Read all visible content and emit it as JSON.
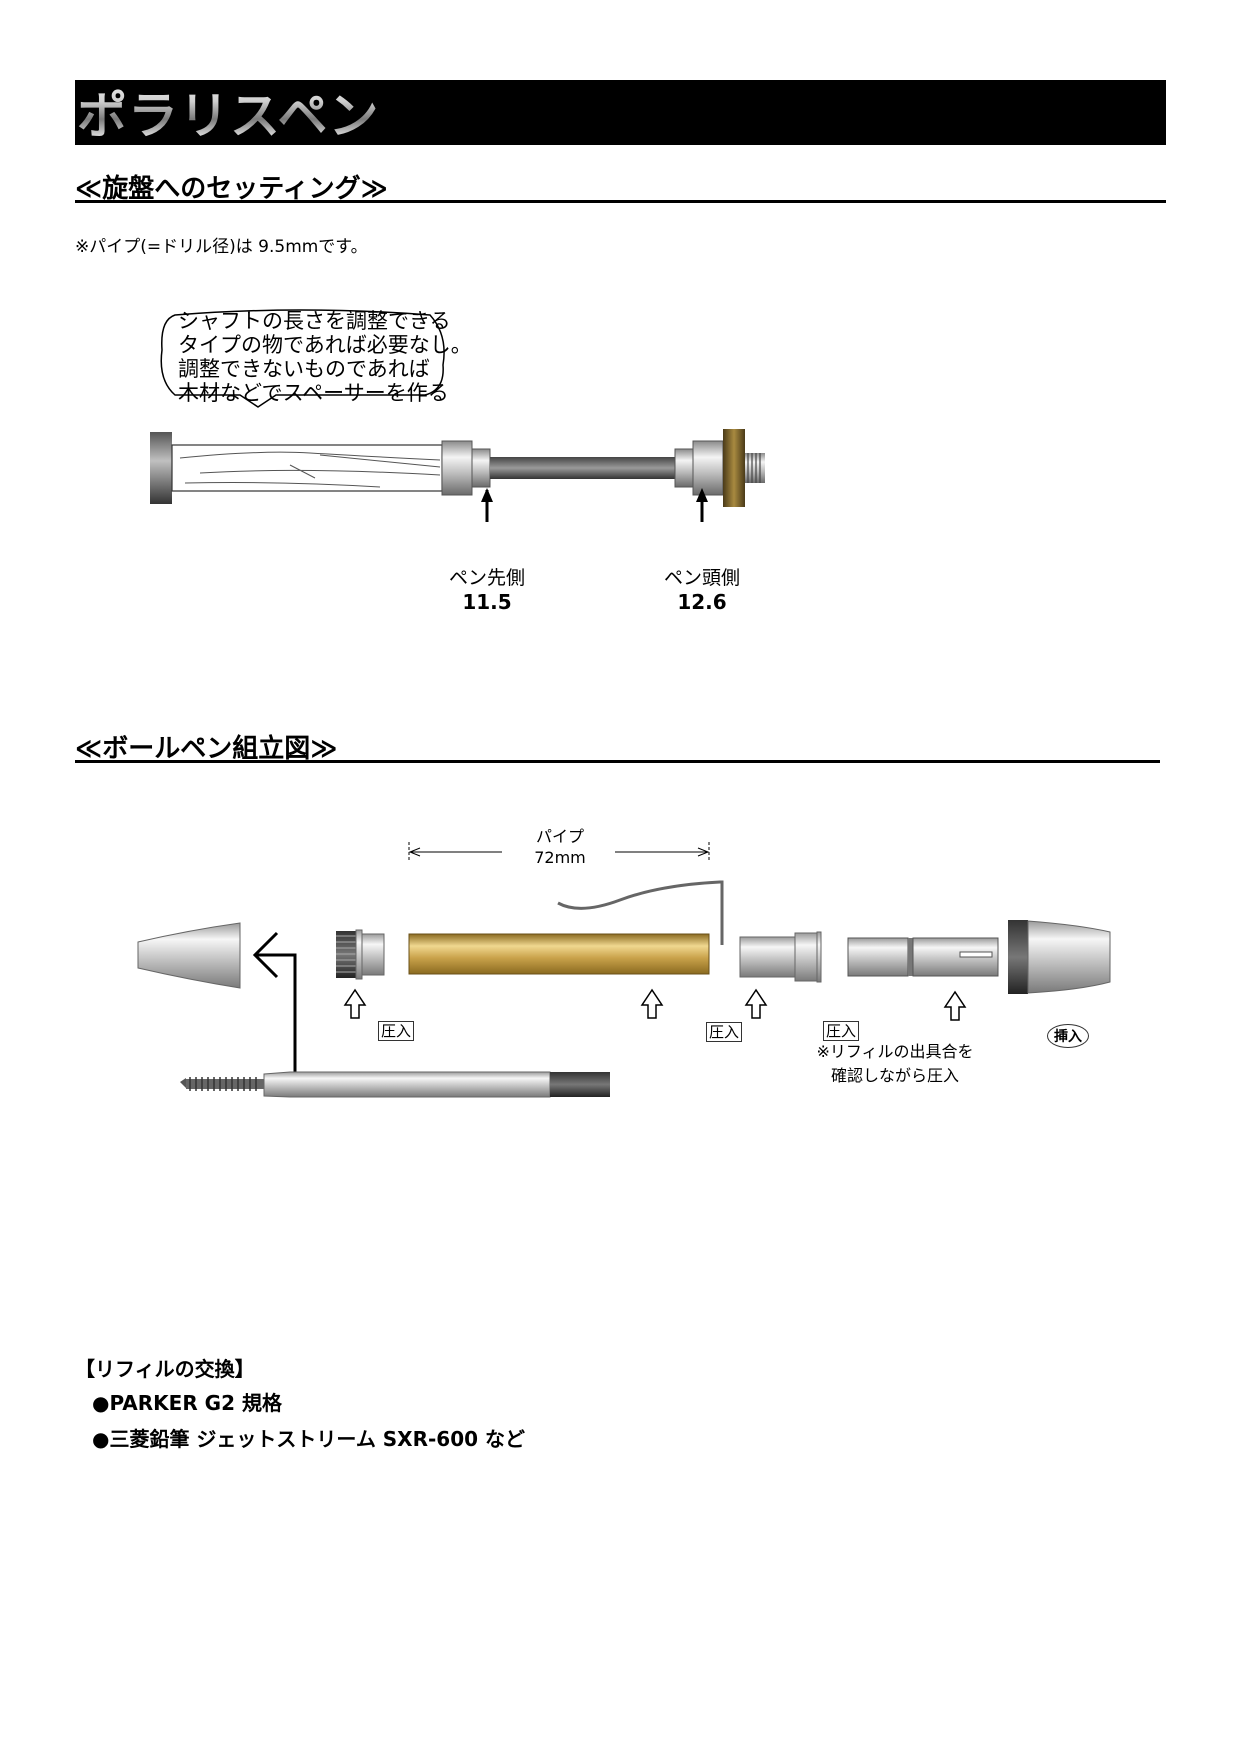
{
  "page": {
    "title": "ポラリスペン"
  },
  "section_lathe": {
    "heading": "≪旋盤へのセッティング≫",
    "note": "※パイプ(=ドリル径)は 9.5mmです。",
    "bubble_lines": [
      "シャフトの長さを調整できる",
      "タイプの物であれば必要なし。",
      "調整できないものであれば",
      "木材などでスペーサーを作る"
    ],
    "bushing_left": {
      "label": "ペン先側",
      "value": "11.5"
    },
    "bushing_right": {
      "label": "ペン頭側",
      "value": "12.6"
    }
  },
  "section_assembly": {
    "heading": "≪ボールペン組立図≫",
    "pipe_label": "パイプ",
    "pipe_length": "72mm",
    "press_label": "圧入",
    "insert_label": "挿入",
    "refill_note_lines": [
      "※リフィルの出具合を",
      "確認しながら圧入"
    ],
    "colors": {
      "brass_tube": "#c9a24a",
      "chrome": "#c8c8c8",
      "dark_band": "#333333"
    }
  },
  "refill": {
    "heading": "【リフィルの交換】",
    "items": [
      "●PARKER  G2 規格",
      "●三菱鉛筆  ジェットストリーム  SXR-600  など"
    ]
  }
}
